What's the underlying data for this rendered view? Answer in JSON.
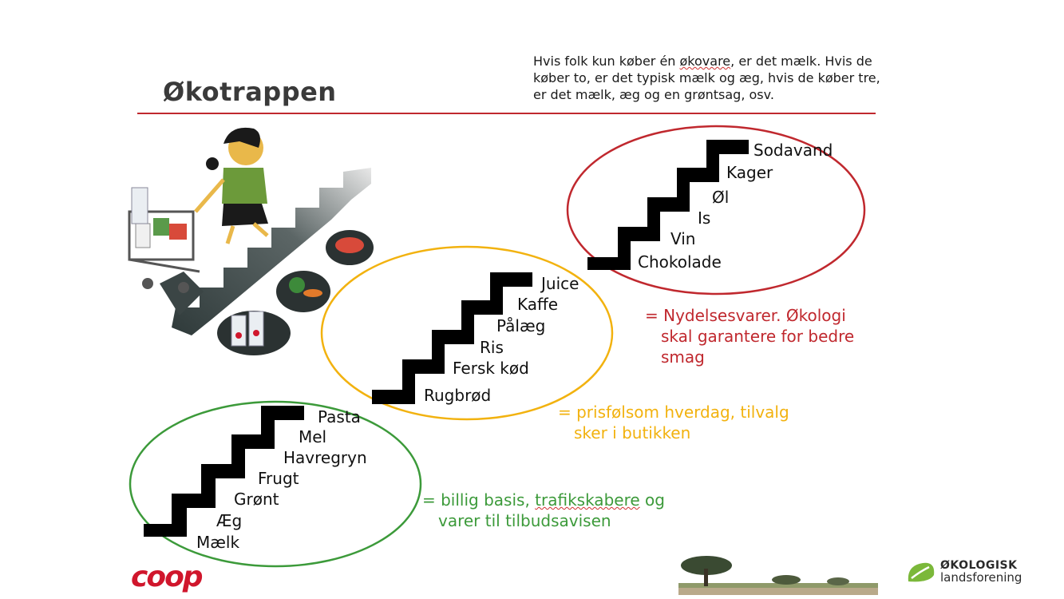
{
  "slide": {
    "title": "Økotrappen",
    "intro_part1": "Hvis folk kun køber én ",
    "intro_word": "økovare",
    "intro_part2": ", er det mælk. Hvis de køber to, er det typisk mælk og æg, hvis de køber tre, er det mælk, æg og en grøntsag, osv."
  },
  "staircases": {
    "top": {
      "items": [
        "Chokolade",
        "Vin",
        "Is",
        "Øl",
        "Kager",
        "Sodavand"
      ],
      "ellipse_color": "#c0282e",
      "desc_line1": "= Nydelsesvarer. Økologi",
      "desc_line2": "skal garantere for bedre",
      "desc_line3": "smag"
    },
    "middle": {
      "items": [
        "Rugbrød",
        "Fersk kød",
        "Ris",
        "Pålæg",
        "Kaffe",
        "Juice"
      ],
      "ellipse_color": "#f2b20f",
      "desc_line1": "= prisfølsom hverdag, tilvalg",
      "desc_line2": "sker i butikken"
    },
    "bottom": {
      "items": [
        "Mælk",
        "Æg",
        "Grønt",
        "Frugt",
        "Havregryn",
        "Mel",
        "Pasta"
      ],
      "ellipse_color": "#3c9a3a",
      "desc_pre": "= billig basis, ",
      "desc_word": "trafikskabere",
      "desc_post": " og",
      "desc_line2": "varer til tilbudsavisen"
    }
  },
  "logos": {
    "coop": "coop",
    "okologisk": "ØKOLOGISK",
    "landsforening": "landsforening"
  },
  "colors": {
    "accent_red": "#c0282e",
    "accent_yellow": "#f2b20f",
    "accent_green": "#3c9a3a"
  }
}
